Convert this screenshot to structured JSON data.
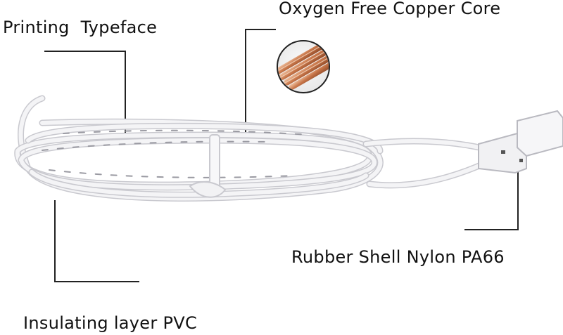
{
  "labels": {
    "copper_core": "Oxygen Free Copper Core",
    "printing": "Printing  Typeface",
    "rubber_shell": "Rubber Shell Nylon PA66",
    "insulating": "Insulating layer PVC"
  },
  "colors": {
    "background": "#ffffff",
    "text": "#111111",
    "leader_line": "#222222",
    "cable": "#f4f4f6",
    "cable_edge": "#c9c9cf",
    "print_marks": "#9a9aa2",
    "copper": "#c77a4d"
  },
  "icons": {
    "copper_inset": "copper-wire-strands-circle",
    "cable": "coiled-white-cable",
    "connector": "two-pin-connector"
  }
}
